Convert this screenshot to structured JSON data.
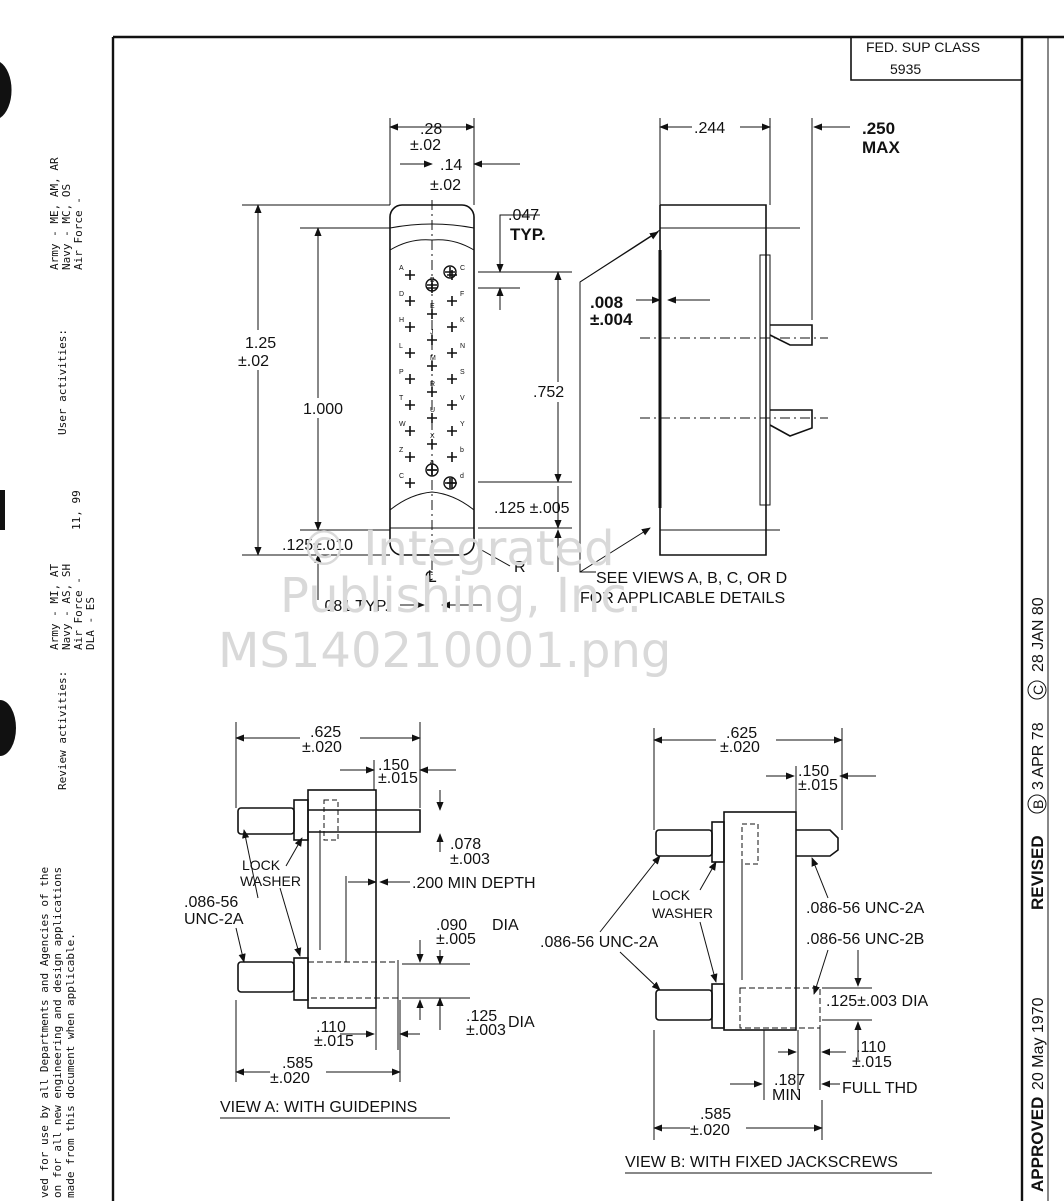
{
  "title_block": {
    "fsc_label": "FED. SUP CLASS",
    "fsc_value": "5935",
    "revised_label": "REVISED",
    "revision_letter": "B",
    "revised_date": "3 APR 78",
    "copyright_symbol": "C",
    "copyright_date": "28 JAN 80",
    "approved_label": "APPROVED",
    "approved_date": "20 May 1970"
  },
  "side_notes": {
    "user_heading": "User activities:",
    "user_lines": [
      "Army - ME, AM, AR",
      "Navy - MC, OS",
      "Air Force -"
    ],
    "review_heading": "Review activities:",
    "review_lines": [
      "Army - MI, AT",
      "Navy - AS, SH",
      "Air Force -",
      "DLA - ES"
    ],
    "review_extra": "11, 99",
    "usage_lines": [
      "ved for use by all Departments and Agencies of the",
      "on for all new engineering and design applications",
      "made from this document when applicable."
    ]
  },
  "watermark": {
    "line1": "© Integrated",
    "line2": "Publishing, Inc.",
    "line3": "MS140210001.png"
  },
  "top_view": {
    "w_top": ".28",
    "w_top_tol": "±.02",
    "half_w": ".14",
    "half_w_tol": "±.02",
    "len": "1.25",
    "len_tol": "±.02",
    "pitch": "1.000",
    "bottom_tab": ".125±.010",
    "tab_gap": ".081 TYP.",
    "edge": ".047",
    "edge_typ": "TYP.",
    "contact_span": ".752",
    "pin_offset": ".125 ±.005",
    "radius": "R",
    "centerline": "℄",
    "contact_letters_left": [
      "A",
      "D",
      "H",
      "L",
      "P",
      "T",
      "W",
      "Z",
      "C"
    ],
    "contact_letters_center": [
      "B",
      "E",
      "J",
      "M",
      "R",
      "U",
      "X",
      "a"
    ],
    "contact_letters_right": [
      "C",
      "F",
      "K",
      "N",
      "S",
      "V",
      "Y",
      "b",
      "d"
    ]
  },
  "side_view": {
    "width": ".244",
    "max": ".250",
    "max_label": "MAX",
    "step": ".008",
    "step_tol": "±.004",
    "see_views_1": "SEE VIEWS A, B, C, OR D",
    "see_views_2": "FOR APPLICABLE DETAILS"
  },
  "view_a": {
    "caption": "VIEW A: WITH GUIDEPINS",
    "w625": ".625",
    "w625_tol": "±.020",
    "w150": ".150",
    "w150_tol": "±.015",
    "d078": ".078",
    "d078_tol": "±.003",
    "lock1": "LOCK",
    "lock2": "WASHER",
    "depth": ".200 MIN DEPTH",
    "thread1": ".086-56",
    "thread2": "UNC-2A",
    "dia090": ".090",
    "dia090_tol": "±.005",
    "dia_label": "DIA",
    "dia125": ".125",
    "dia125_tol": "±.003",
    "d110": ".110",
    "d110_tol": "±.015",
    "w585": ".585",
    "w585_tol": "±.020"
  },
  "view_b": {
    "caption": "VIEW B: WITH FIXED JACKSCREWS",
    "w625": ".625",
    "w625_tol": "±.020",
    "w150": ".150",
    "w150_tol": "±.015",
    "lock1": "LOCK",
    "lock2": "WASHER",
    "thread_2a_r": ".086-56 UNC-2A",
    "thread_2a_l": ".086-56 UNC-2A",
    "thread_2b": ".086-56 UNC-2B",
    "dia125": ".125±.003 DIA",
    "d110": ".110",
    "d110_tol": "±.015",
    "min187": ".187",
    "min_label": "MIN",
    "full_thd": "FULL THD",
    "w585": ".585",
    "w585_tol": "±.020"
  }
}
